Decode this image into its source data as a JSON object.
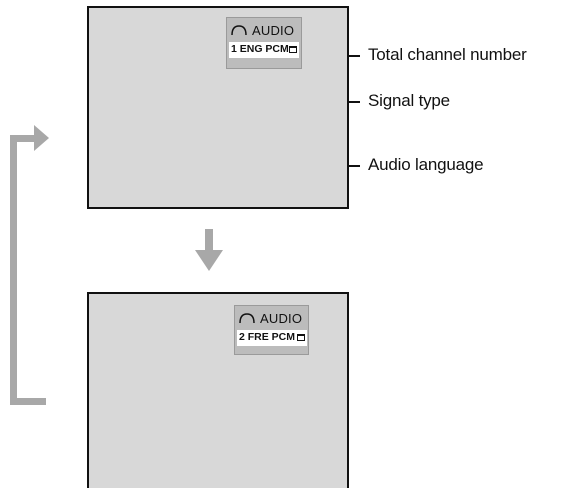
{
  "screens": [
    {
      "osd": {
        "title_label": "AUDIO",
        "title_icon": "headphone-icon",
        "status_text": "1 ENG PCM",
        "channel_icon": "channel-box-icon"
      }
    },
    {
      "osd": {
        "title_label": "AUDIO",
        "title_icon": "headphone-icon",
        "status_text": "2 FRE PCM",
        "channel_icon": "channel-box-icon"
      }
    }
  ],
  "callouts": {
    "total_channel_number": "Total channel number",
    "signal_type": "Signal type",
    "audio_language": "Audio language"
  },
  "colors": {
    "screen_bg": "#d8d8d8",
    "osd_bg": "#bcbcbc",
    "arrow": "#a8a8a8",
    "line": "#111111"
  }
}
